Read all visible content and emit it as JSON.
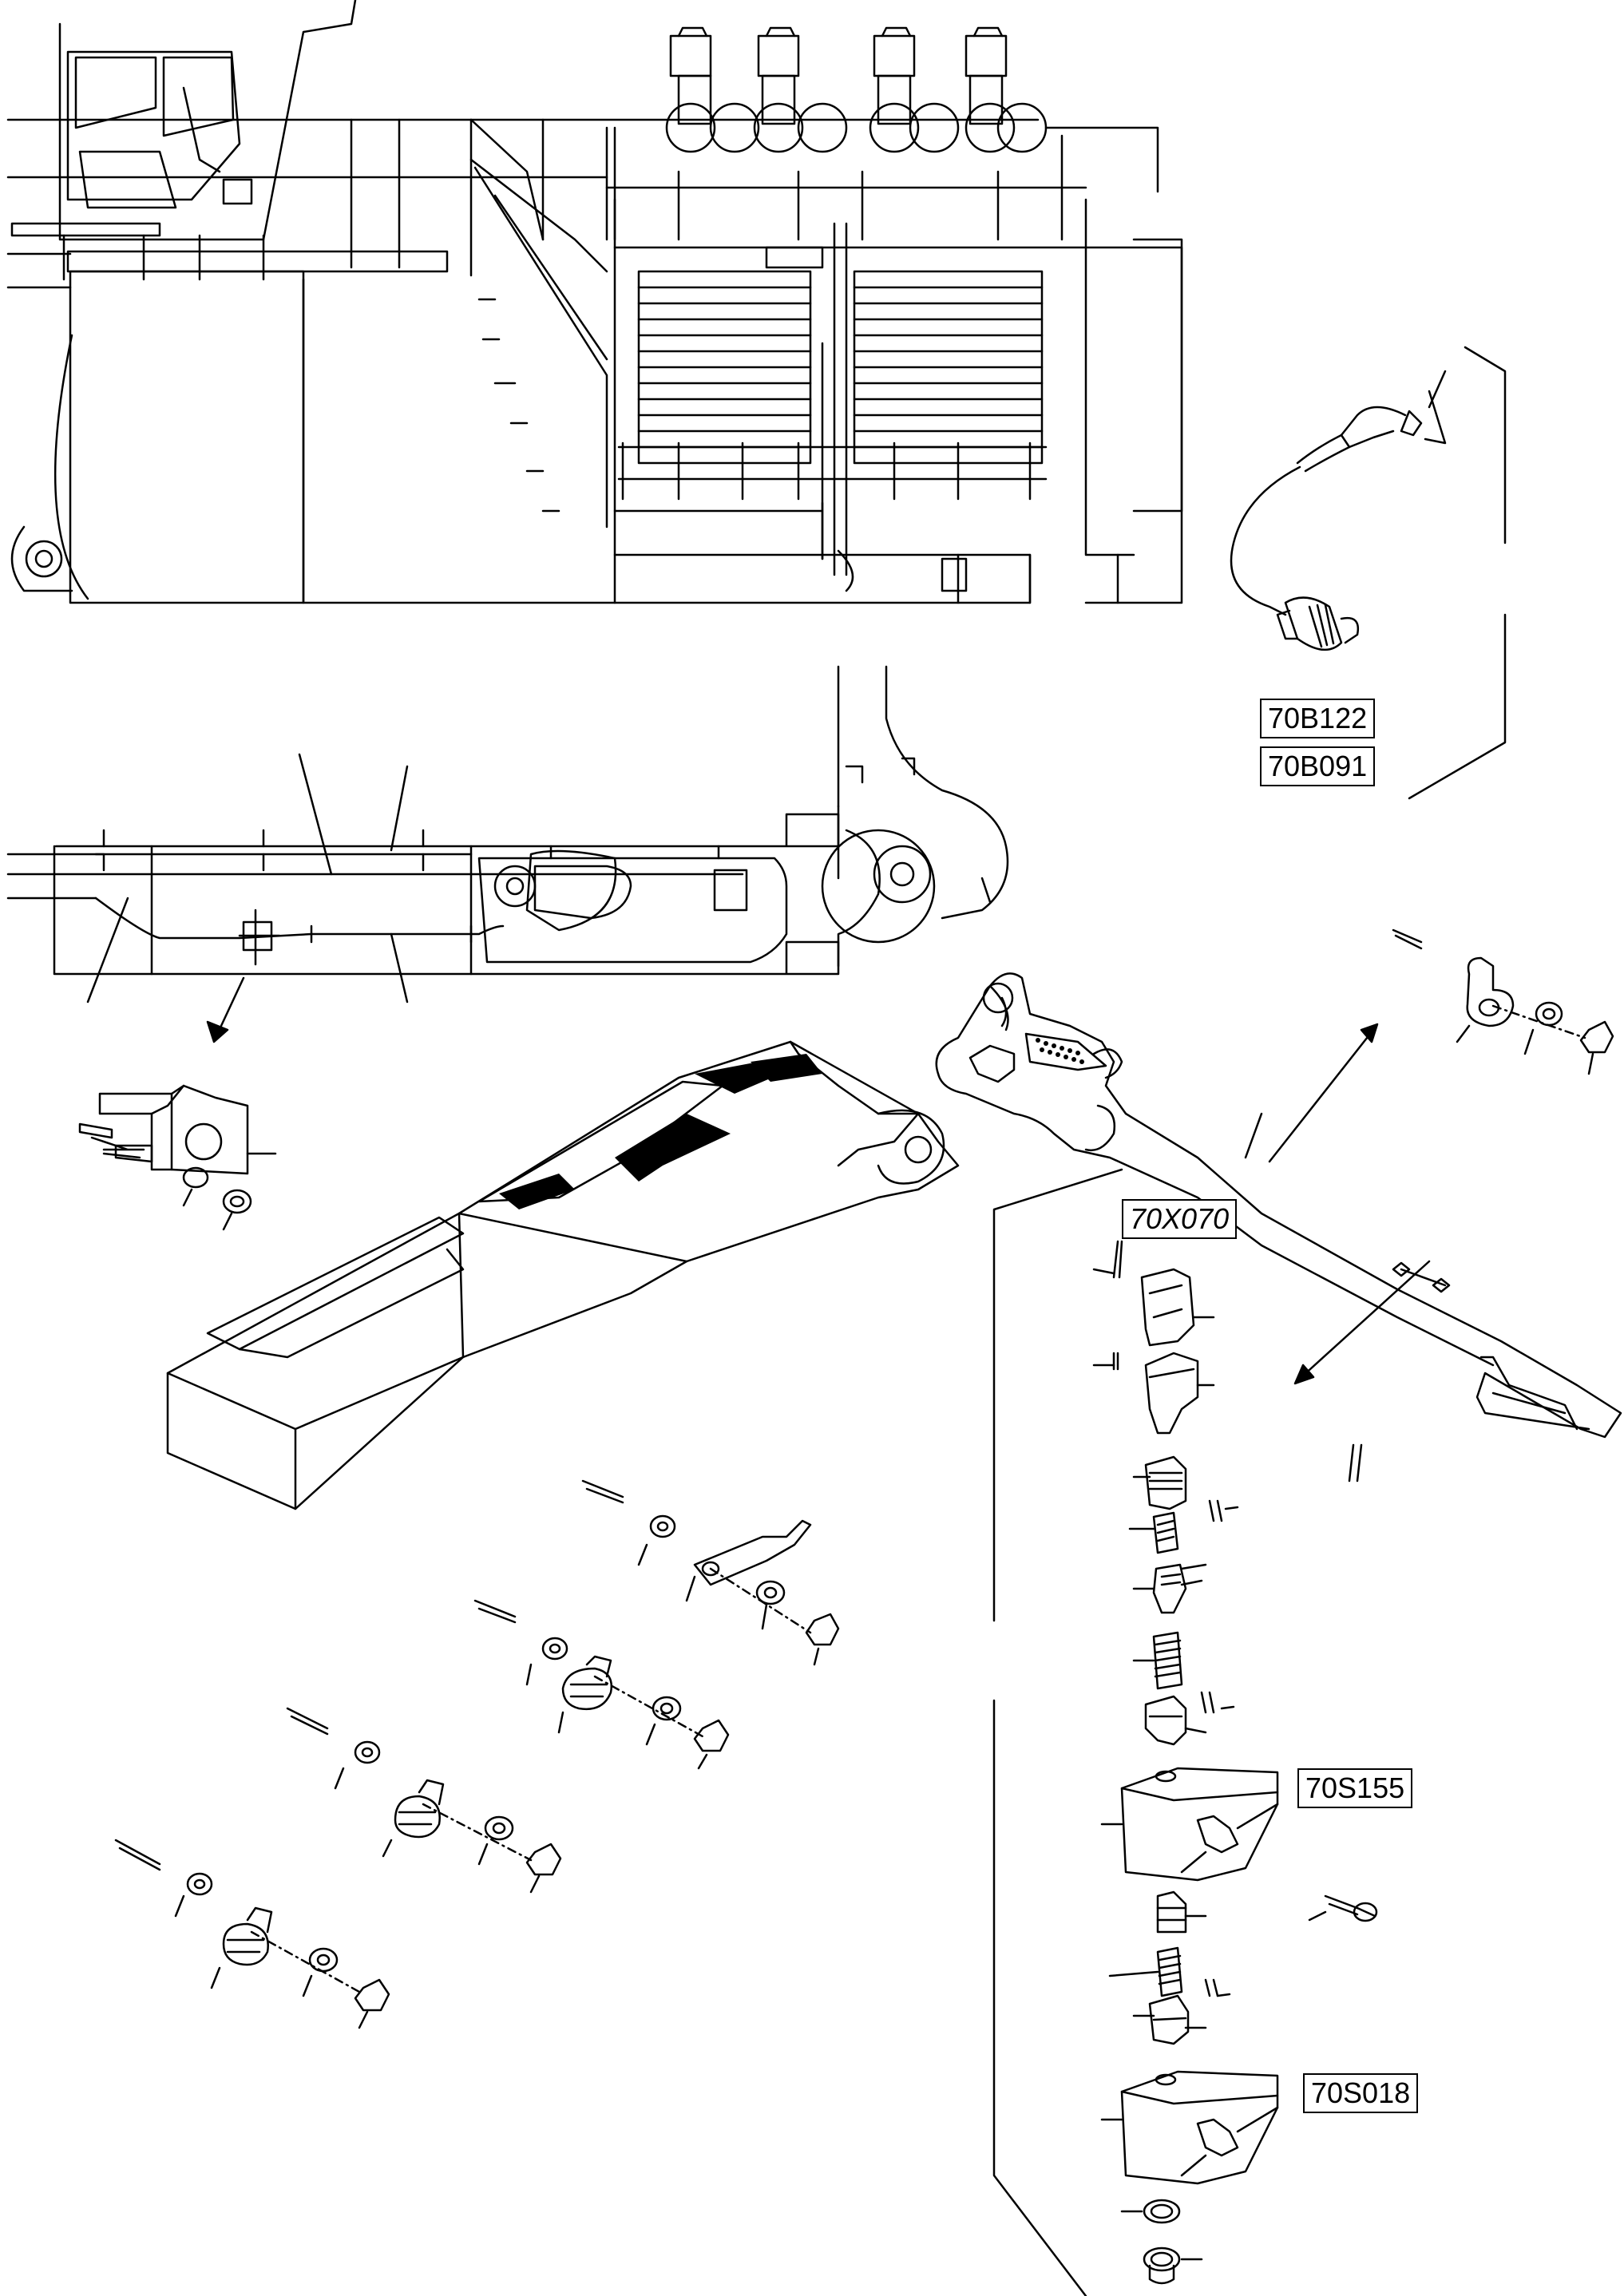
{
  "diagram": {
    "type": "exploded-parts-drawing",
    "labels": {
      "sensor_a": "70B122",
      "sensor_b": "70B091",
      "connector": "70X070",
      "switch_a": "70S155",
      "switch_b": "70S018"
    }
  }
}
